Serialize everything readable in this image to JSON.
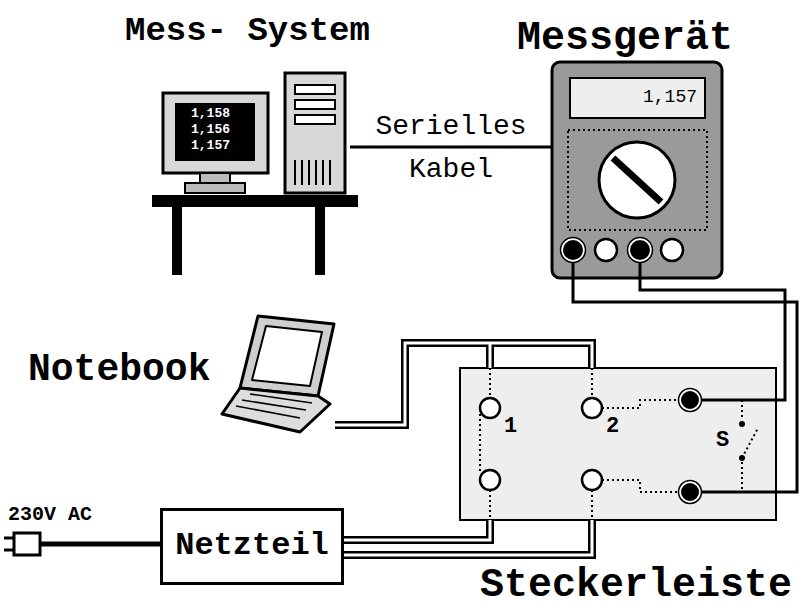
{
  "diagram": {
    "nodes": [
      {
        "text": [
          "Mess- System",
          "1,158 1,156 1,157"
        ]
      },
      {
        "text": [
          "Messgerät",
          "1,157"
        ]
      },
      {
        "text": [
          "Notebook"
        ]
      },
      {
        "text": [
          "Steckerleiste",
          "1",
          "2",
          "S"
        ]
      },
      {
        "text": [
          "Netzteil"
        ]
      }
    ],
    "edges": [
      {
        "from": 0,
        "to": 1,
        "label": "Serielles Kabel",
        "arrow": "none"
      },
      {
        "from": 1,
        "to": 3,
        "arrow": "none"
      },
      {
        "from": 1,
        "to": 3,
        "arrow": "none"
      },
      {
        "from": 2,
        "to": 3,
        "arrow": "none"
      },
      {
        "from": 4,
        "to": 3,
        "arrow": "none"
      }
    ],
    "labels": [
      "230V AC"
    ]
  }
}
